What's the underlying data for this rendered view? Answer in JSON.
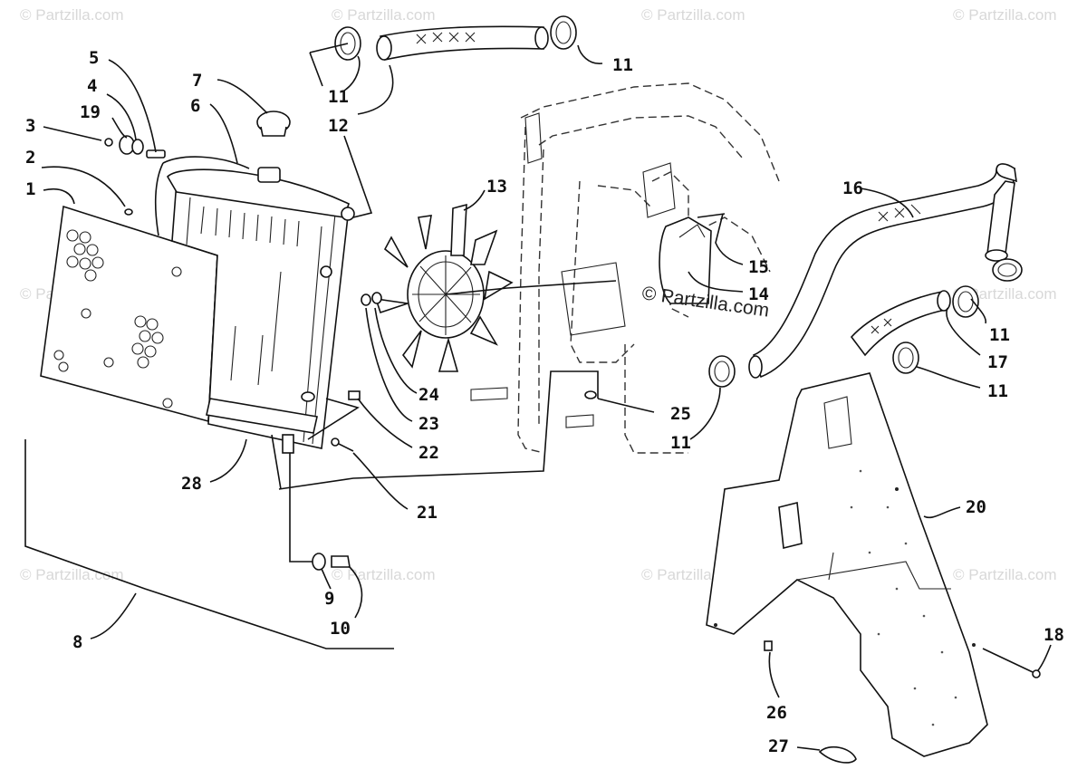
{
  "watermarks": {
    "text": "© Partzilla.com",
    "main_text": "© Partzilla.com"
  },
  "callouts": [
    {
      "id": "c1",
      "label": "1"
    },
    {
      "id": "c2",
      "label": "2"
    },
    {
      "id": "c3",
      "label": "3"
    },
    {
      "id": "c19",
      "label": "19"
    },
    {
      "id": "c4",
      "label": "4"
    },
    {
      "id": "c5",
      "label": "5"
    },
    {
      "id": "c6",
      "label": "6"
    },
    {
      "id": "c7",
      "label": "7"
    },
    {
      "id": "c11a",
      "label": "11"
    },
    {
      "id": "c12",
      "label": "12"
    },
    {
      "id": "c11b",
      "label": "11"
    },
    {
      "id": "c13",
      "label": "13"
    },
    {
      "id": "c16",
      "label": "16"
    },
    {
      "id": "c15",
      "label": "15"
    },
    {
      "id": "c14",
      "label": "14"
    },
    {
      "id": "c11c",
      "label": "11"
    },
    {
      "id": "c17",
      "label": "17"
    },
    {
      "id": "c11d",
      "label": "11"
    },
    {
      "id": "c24",
      "label": "24"
    },
    {
      "id": "c23",
      "label": "23"
    },
    {
      "id": "c22",
      "label": "22"
    },
    {
      "id": "c25",
      "label": "25"
    },
    {
      "id": "c11e",
      "label": "11"
    },
    {
      "id": "c28",
      "label": "28"
    },
    {
      "id": "c21",
      "label": "21"
    },
    {
      "id": "c20",
      "label": "20"
    },
    {
      "id": "c9",
      "label": "9"
    },
    {
      "id": "c10",
      "label": "10"
    },
    {
      "id": "c8",
      "label": "8"
    },
    {
      "id": "c18",
      "label": "18"
    },
    {
      "id": "c26",
      "label": "26"
    },
    {
      "id": "c27",
      "label": "27"
    }
  ]
}
